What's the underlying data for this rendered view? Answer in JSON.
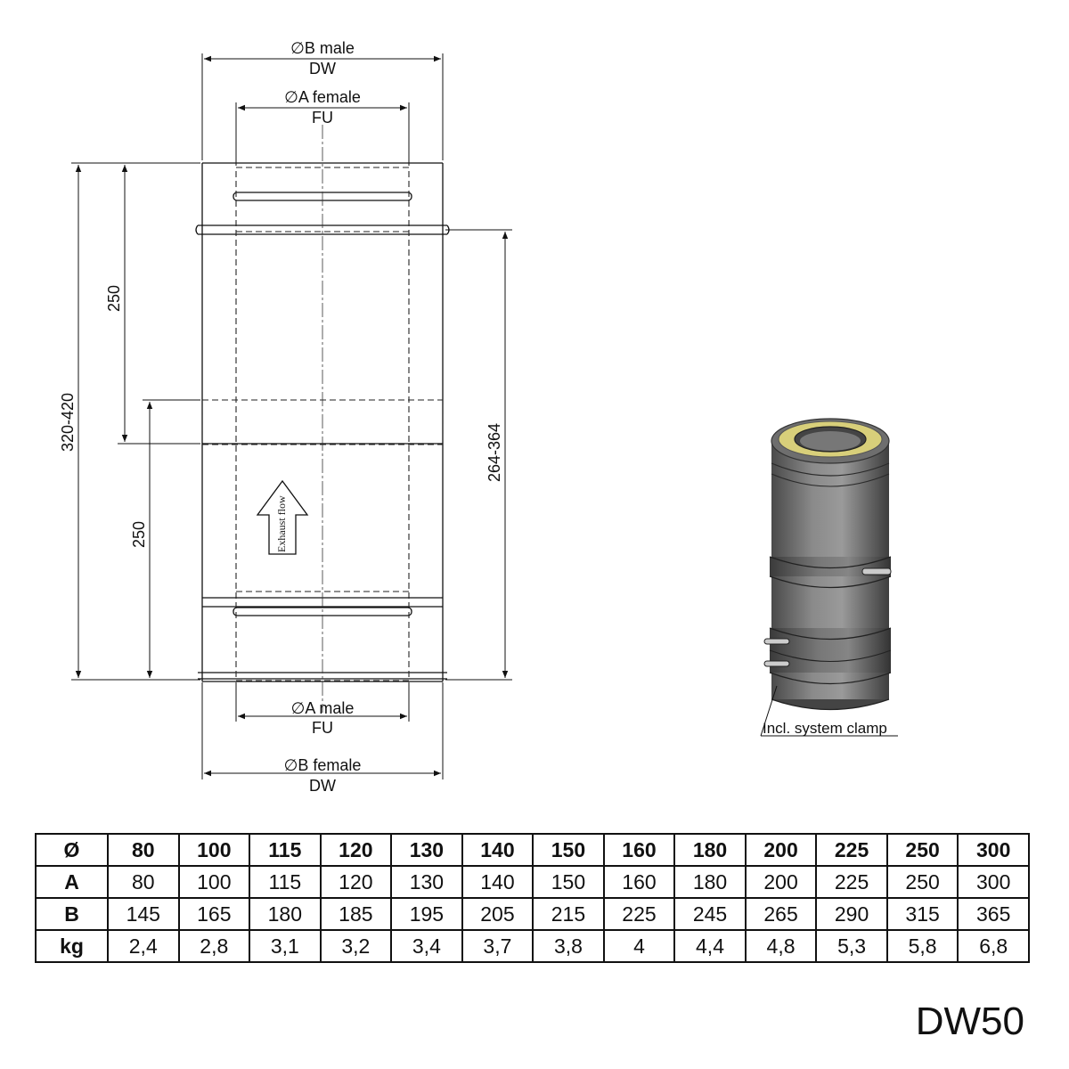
{
  "drawing": {
    "dim_b_male": {
      "symbol": "∅",
      "label": "B male",
      "sub": "DW"
    },
    "dim_a_female": {
      "symbol": "∅",
      "label": "A female",
      "sub": "FU"
    },
    "dim_a_male": {
      "symbol": "∅",
      "label": "A male",
      "sub": "FU"
    },
    "dim_b_female": {
      "symbol": "∅",
      "label": "B female",
      "sub": "DW"
    },
    "dim_total_length": "320-420",
    "dim_upper_250": "250",
    "dim_lower_250": "250",
    "dim_inner_length": "264-364",
    "exhaust_label": "Exhaust flow",
    "clamp_label": "Incl. system clamp"
  },
  "table": {
    "header": [
      "Ø",
      "80",
      "100",
      "115",
      "120",
      "130",
      "140",
      "150",
      "160",
      "180",
      "200",
      "225",
      "250",
      "300"
    ],
    "rows": [
      [
        "A",
        "80",
        "100",
        "115",
        "120",
        "130",
        "140",
        "150",
        "160",
        "180",
        "200",
        "225",
        "250",
        "300"
      ],
      [
        "B",
        "145",
        "165",
        "180",
        "185",
        "195",
        "205",
        "215",
        "225",
        "245",
        "265",
        "290",
        "315",
        "365"
      ],
      [
        "kg",
        "2,4",
        "2,8",
        "3,1",
        "3,2",
        "3,4",
        "3,7",
        "3,8",
        "4",
        "4,4",
        "4,8",
        "5,3",
        "5,8",
        "6,8"
      ]
    ]
  },
  "product_code": "DW50"
}
